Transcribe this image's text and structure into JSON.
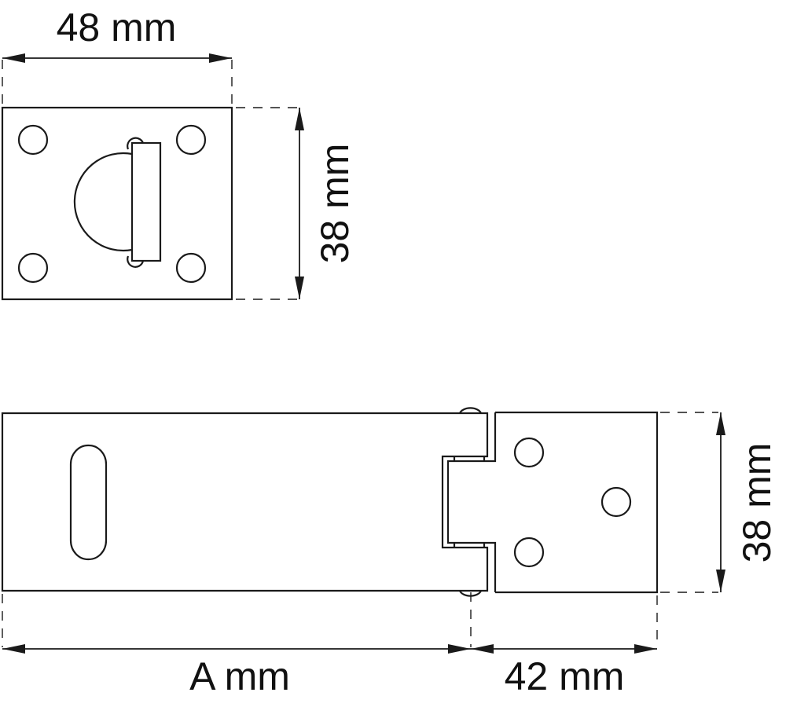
{
  "diagram": {
    "type": "technical-drawing",
    "subject": "hasp and staple with dimensions",
    "line_color": "#1a1a1a",
    "background": "#ffffff"
  },
  "staple_plate": {
    "width_label": "48 mm",
    "height_label": "38 mm",
    "screw_holes": 4,
    "staple_holes": 2
  },
  "hasp": {
    "length_label": "A mm",
    "hinge_leaf_width_label": "42 mm",
    "height_label": "38 mm",
    "slot_count": 1,
    "screw_holes": 3
  }
}
